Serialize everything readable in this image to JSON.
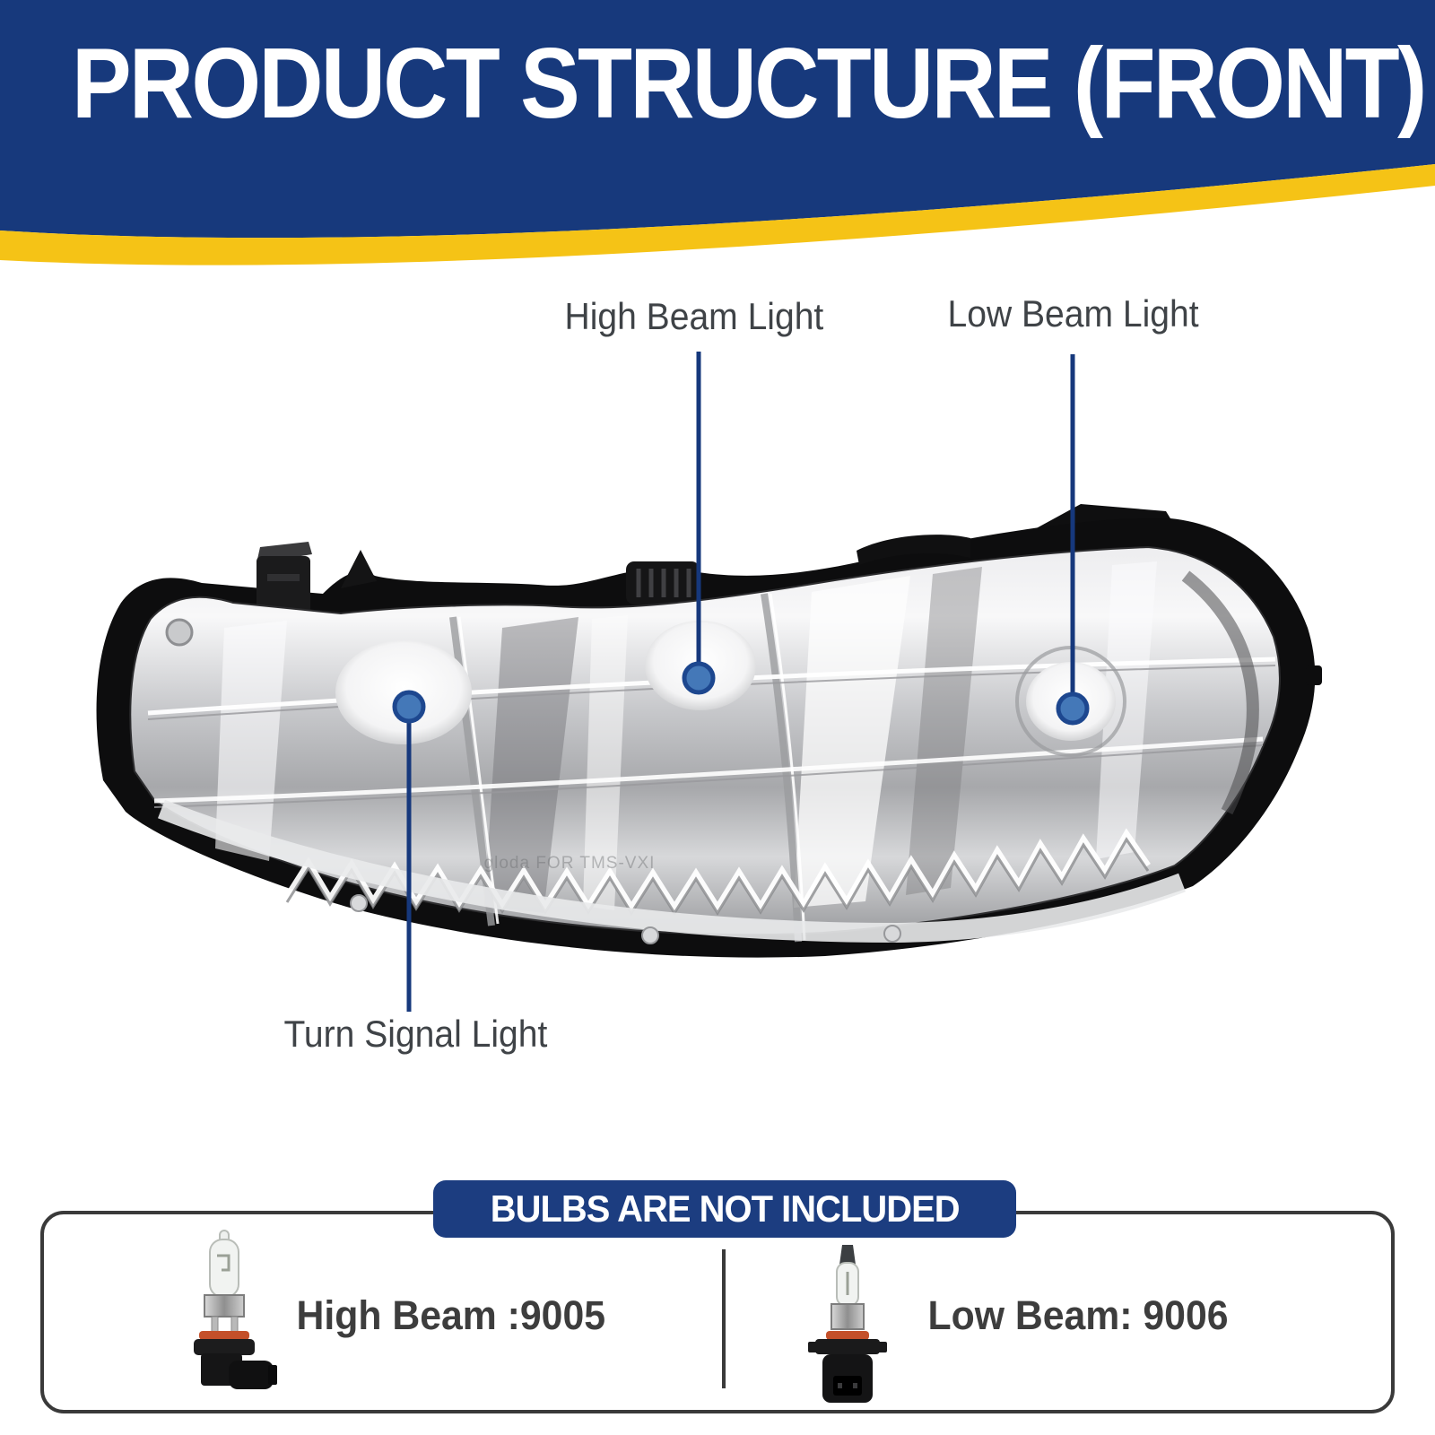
{
  "header": {
    "title": "PRODUCT STRUCTURE (FRONT)",
    "bg_color": "#17397C",
    "accent_color": "#F5C316",
    "text_color": "#FFFFFF"
  },
  "callouts": {
    "high_beam_label": "High Beam Light",
    "low_beam_label": "Low Beam Light",
    "turn_signal_label": "Turn Signal Light",
    "line_color": "#16387C",
    "dot_fill": "#4478B8",
    "dot_stroke": "#1D478F",
    "label_color": "#3F4347"
  },
  "bulbs_box": {
    "header": "BULBS ARE NOT INCLUDED",
    "header_bg": "#1C3D80",
    "border_color": "#3A3A3A",
    "items": [
      {
        "icon": "high-beam-9005-bulb-icon",
        "label": "High Beam :9005"
      },
      {
        "icon": "low-beam-9006-bulb-icon",
        "label": "Low Beam: 9006"
      }
    ]
  },
  "watermark": "gloda FOR TMS-VXI"
}
